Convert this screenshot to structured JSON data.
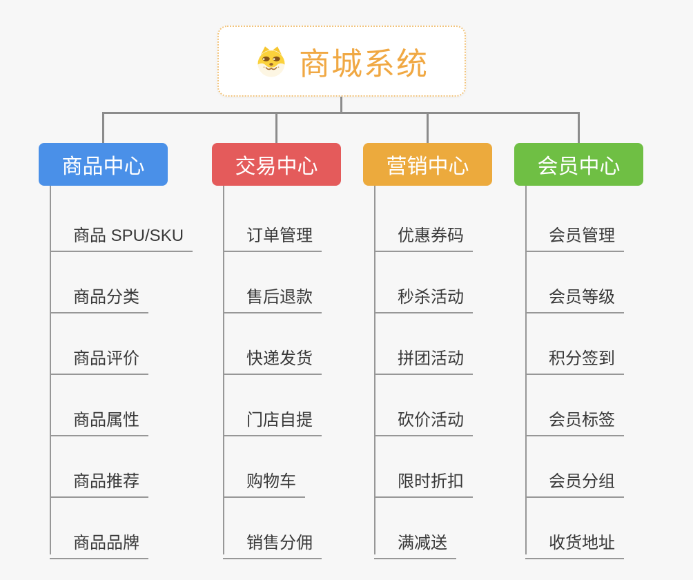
{
  "canvas": {
    "background_color": "#f7f7f7",
    "connector_color": "#8c8c8c"
  },
  "root": {
    "title": "商城系统",
    "icon": "shiba-dog-icon",
    "text_color": "#f0a843",
    "border_color": "#f2c47c"
  },
  "branches": [
    {
      "id": "goods-center",
      "label": "商品中心",
      "color": "#4a90e8",
      "children": [
        "商品 SPU/SKU",
        "商品分类",
        "商品评价",
        "商品属性",
        "商品推荐",
        "商品品牌"
      ]
    },
    {
      "id": "trade-center",
      "label": "交易中心",
      "color": "#e45b5b",
      "children": [
        "订单管理",
        "售后退款",
        "快递发货",
        "门店自提",
        "购物车",
        "销售分佣"
      ]
    },
    {
      "id": "marketing-center",
      "label": "营销中心",
      "color": "#ecaa3d",
      "children": [
        "优惠券码",
        "秒杀活动",
        "拼团活动",
        "砍价活动",
        "限时折扣",
        "满减送"
      ]
    },
    {
      "id": "member-center",
      "label": "会员中心",
      "color": "#6fbf44",
      "children": [
        "会员管理",
        "会员等级",
        "积分签到",
        "会员标签",
        "会员分组",
        "收货地址"
      ]
    }
  ]
}
